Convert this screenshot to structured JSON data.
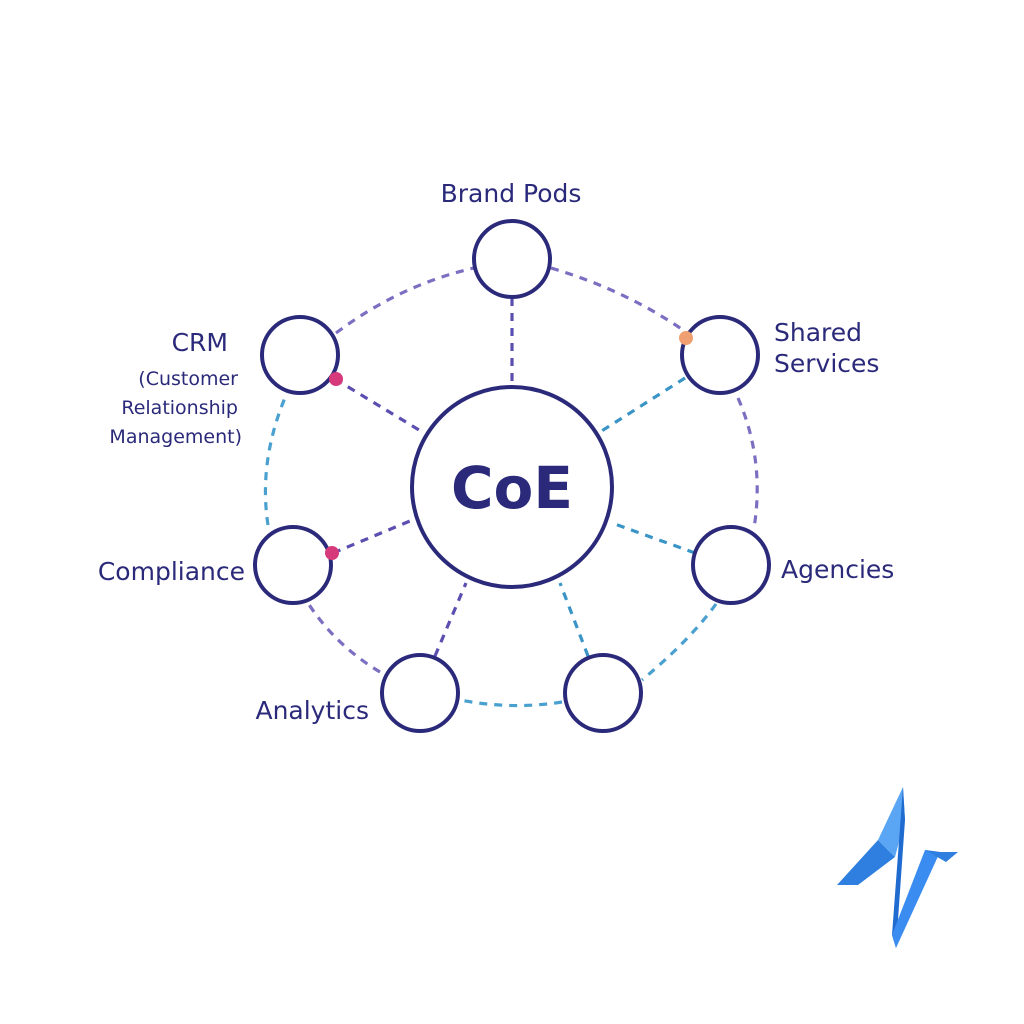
{
  "center": {
    "label": "CoE"
  },
  "nodes": {
    "brand_pods": {
      "label": "Brand Pods"
    },
    "shared_services": {
      "label_line1": "Shared",
      "label_line2": "Services",
      "marker_color": "#f0a070"
    },
    "agencies": {
      "label": "Agencies"
    },
    "bottom_right": {
      "label": ""
    },
    "analytics": {
      "label": "Analytics"
    },
    "compliance": {
      "label": "Compliance",
      "marker_color": "#d63a7a"
    },
    "crm": {
      "label": "CRM",
      "sub_line1": "(Customer",
      "sub_line2": "Relationship",
      "sub_line3": "Management)",
      "marker_color": "#d63a7a"
    }
  },
  "colors": {
    "primary": "#2b2a7a",
    "dash_purple": "#5a4fb0",
    "dash_blue": "#3a94c6",
    "logo_blue": "#3b8cf0"
  }
}
